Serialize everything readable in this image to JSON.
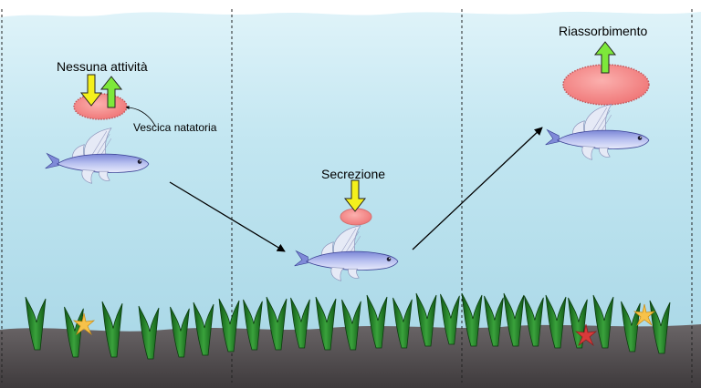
{
  "labels": {
    "no_activity": "Nessuna attività",
    "swim_bladder": "Vescica natatoria",
    "secretion": "Secrezione",
    "reabsorption": "Riassorbimento"
  },
  "colors": {
    "water_top": "#d4eef6",
    "water_bottom": "#a9d8e7",
    "seabed": "#4e4a4c",
    "bladder_fill": "#f27f7f",
    "bladder_edge": "#c85a5a",
    "arrow_down": "#f4f01c",
    "arrow_up": "#7de83a",
    "seaweed": "#1f7a22",
    "fish_body": "#9fa8e6"
  },
  "icons": [
    "fish-icon",
    "swim-bladder-icon",
    "arrow-down-icon",
    "arrow-up-icon",
    "seaweed-icon",
    "starfish-icon"
  ]
}
